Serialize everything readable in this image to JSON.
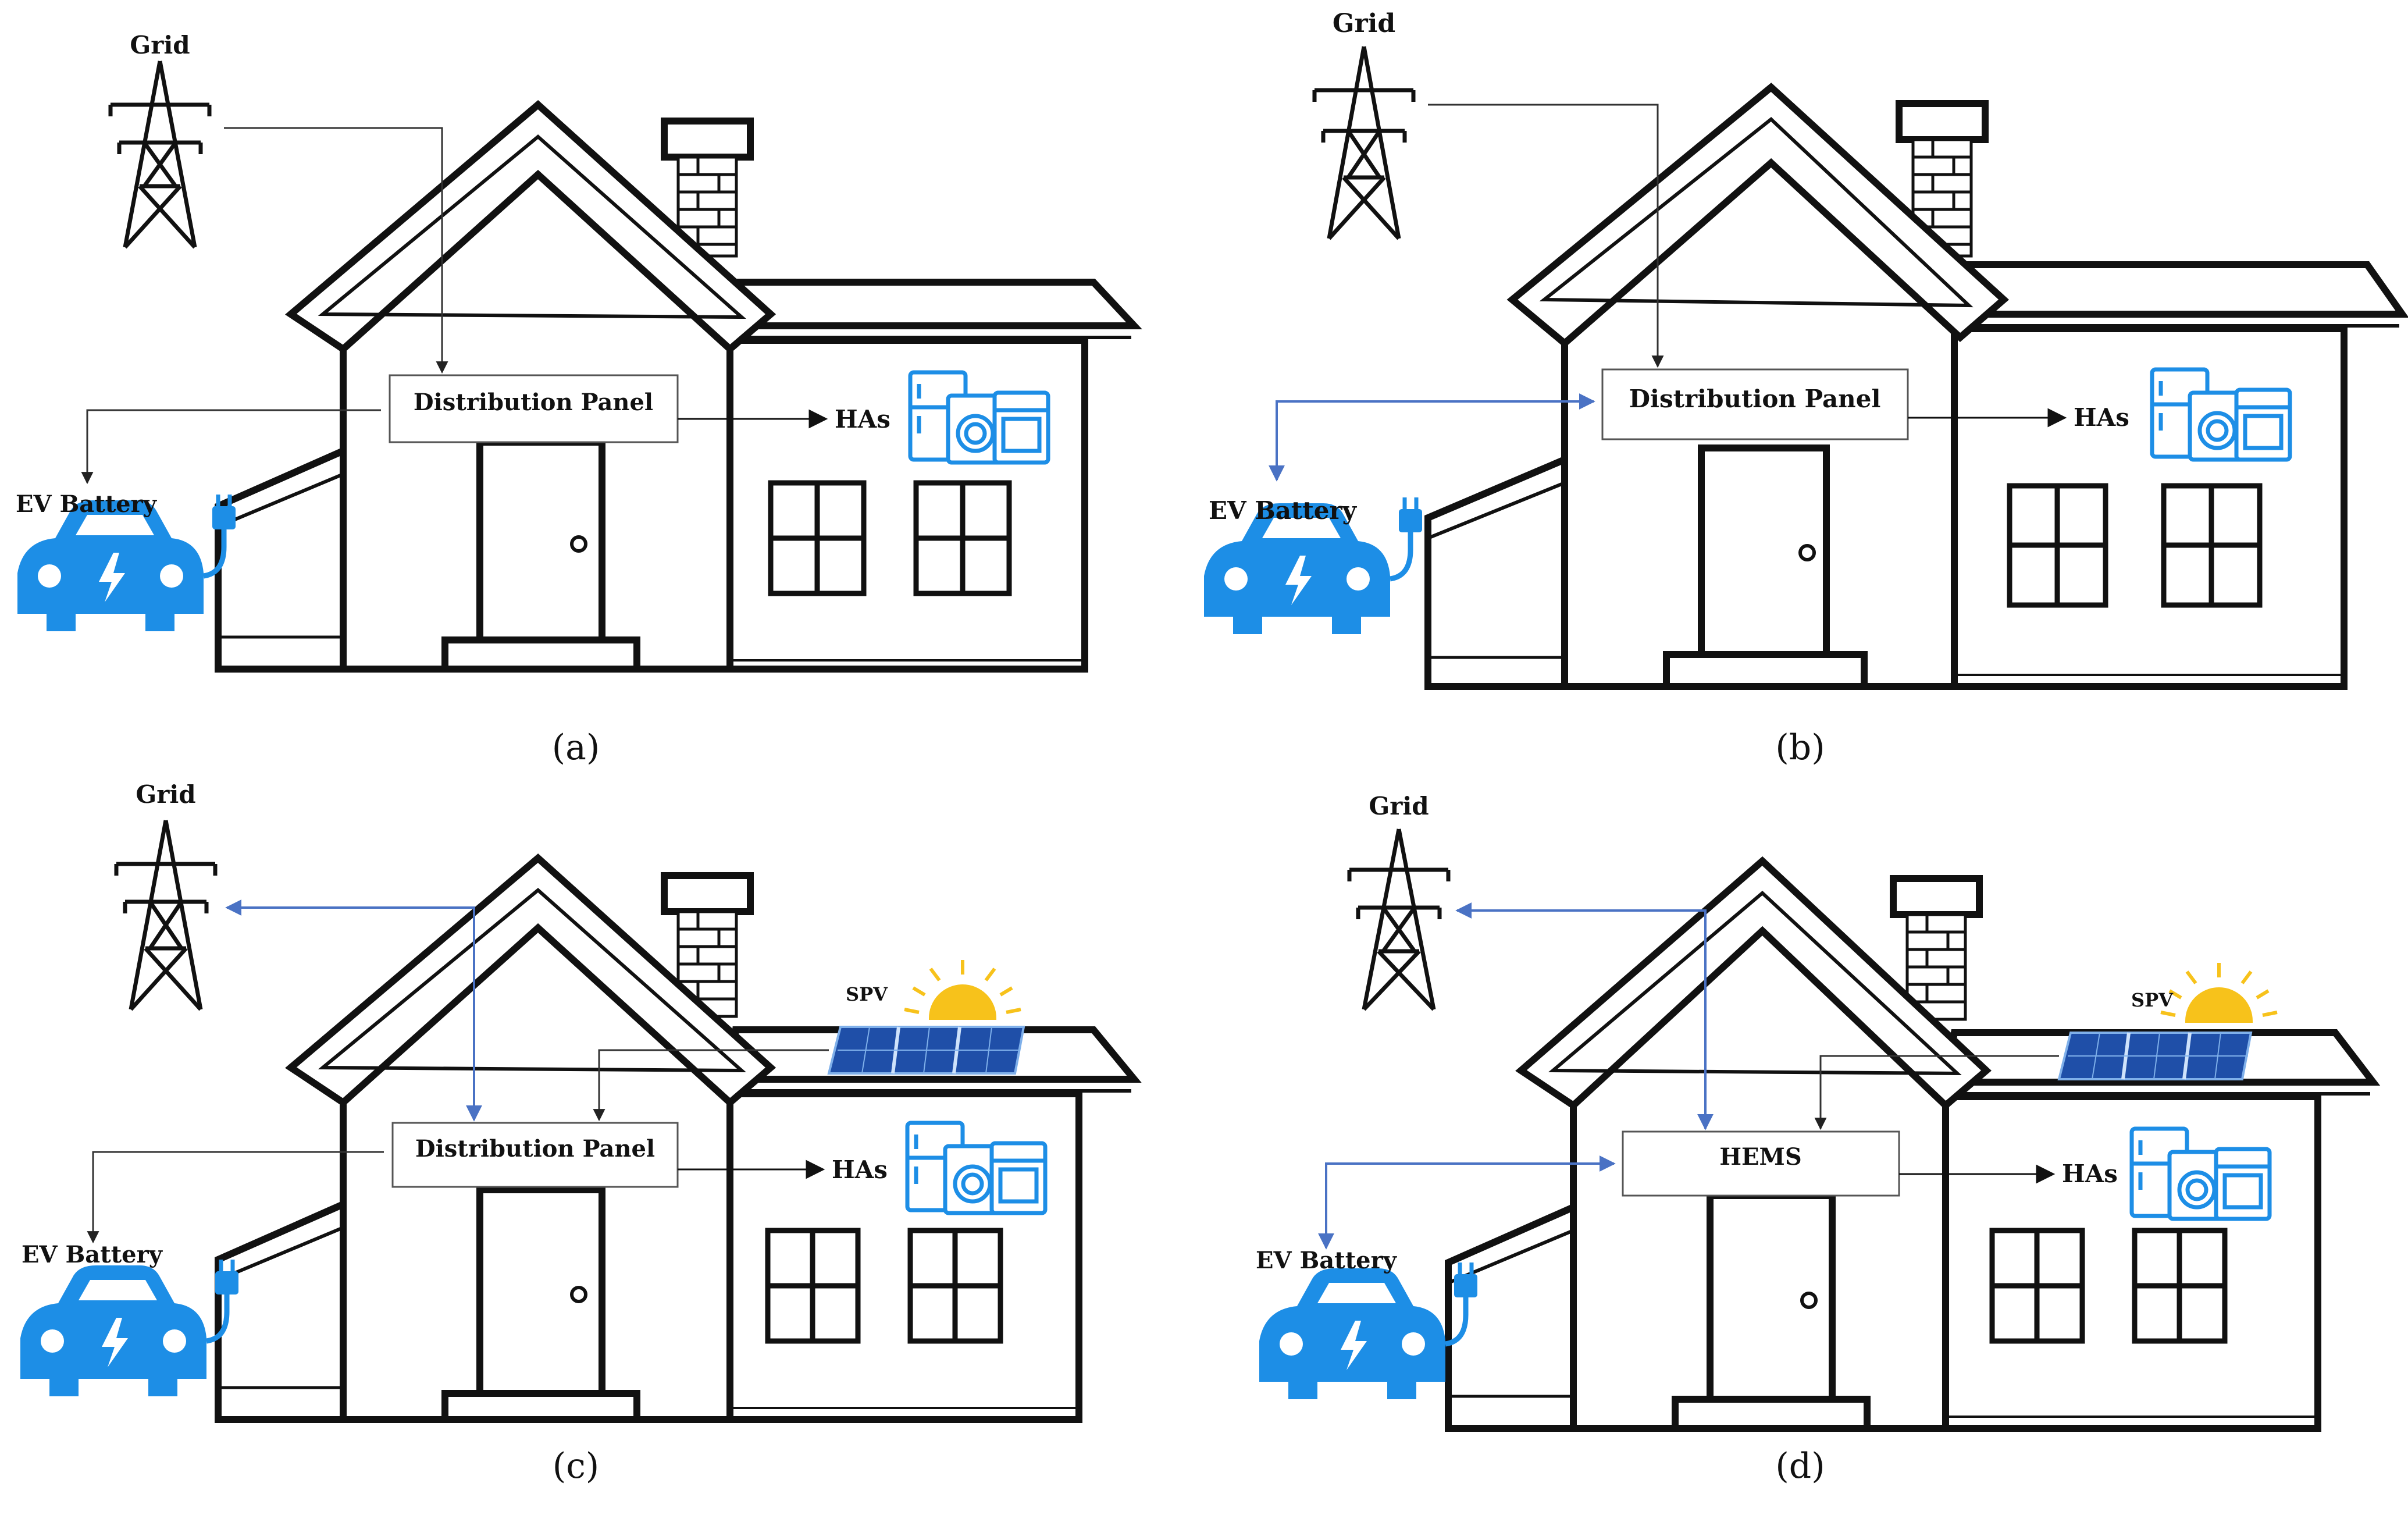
{
  "panels": [
    {
      "id": "a",
      "caption": "(a)",
      "labels": {
        "grid": "Grid",
        "controller": "Distribution Panel",
        "appliances": "HAs",
        "ev": "EV Battery"
      },
      "has_spv": false,
      "flows": {
        "grid": "one-way",
        "ev": "one-way"
      }
    },
    {
      "id": "b",
      "caption": "(b)",
      "labels": {
        "grid": "Grid",
        "controller": "Distribution Panel",
        "appliances": "HAs",
        "ev": "EV Battery"
      },
      "has_spv": false,
      "flows": {
        "grid": "one-way",
        "ev": "two-way"
      }
    },
    {
      "id": "c",
      "caption": "(c)",
      "labels": {
        "grid": "Grid",
        "controller": "Distribution Panel",
        "appliances": "HAs",
        "ev": "EV Battery",
        "spv": "SPV"
      },
      "has_spv": true,
      "flows": {
        "grid": "two-way",
        "ev": "one-way"
      }
    },
    {
      "id": "d",
      "caption": "(d)",
      "labels": {
        "grid": "Grid",
        "controller": "HEMS",
        "appliances": "HAs",
        "ev": "EV Battery",
        "spv": "SPV"
      },
      "has_spv": true,
      "flows": {
        "grid": "two-way",
        "ev": "two-way"
      }
    }
  ],
  "colors": {
    "outline": "#111111",
    "one_way_flow": "#333333",
    "two_way_flow": "#4a72c4",
    "icon_blue": "#1d8ee6",
    "solar_panel": "#1f4fa8",
    "sun": "#f7c21b"
  },
  "icons": {
    "grid": "transmission-tower-icon",
    "ev": "electric-car-icon",
    "appliances": "home-appliances-icon",
    "spv": "solar-panel-icon",
    "sun": "sun-icon"
  }
}
